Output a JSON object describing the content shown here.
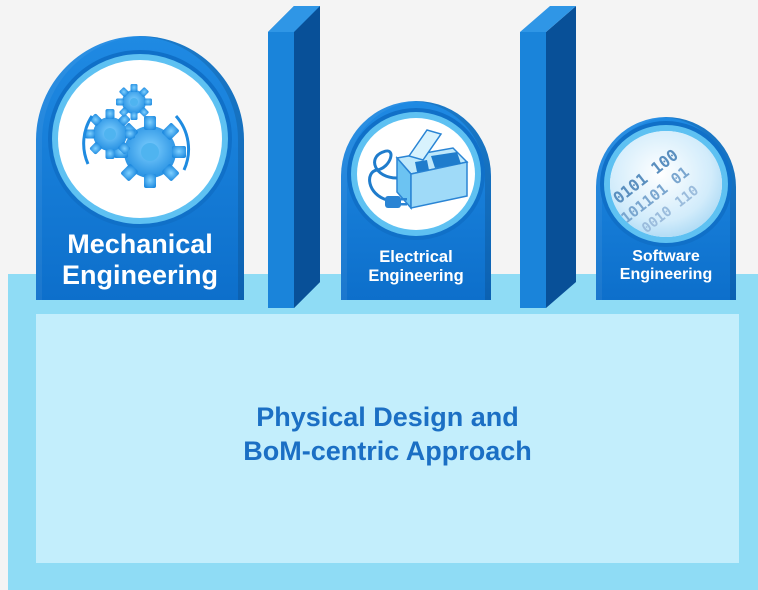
{
  "towers": {
    "mechanical": {
      "line1": "Mechanical",
      "line2": "Engineering",
      "icon": "gears-icon"
    },
    "electrical": {
      "line1": "Electrical",
      "line2": "Engineering",
      "icon": "electrical-device-icon"
    },
    "software": {
      "line1": "Software",
      "line2": "Engineering",
      "icon": "binary-code-icon"
    }
  },
  "foundation": {
    "line1": "Physical Design and",
    "line2": "BoM-centric Approach"
  },
  "colors": {
    "tower_blue": "#0d6fcb",
    "ring_light_blue": "#5ec1f2",
    "base_cyan": "#8fdcf5",
    "panel_light": "#c3eefc",
    "text_blue": "#1b6fc4"
  }
}
